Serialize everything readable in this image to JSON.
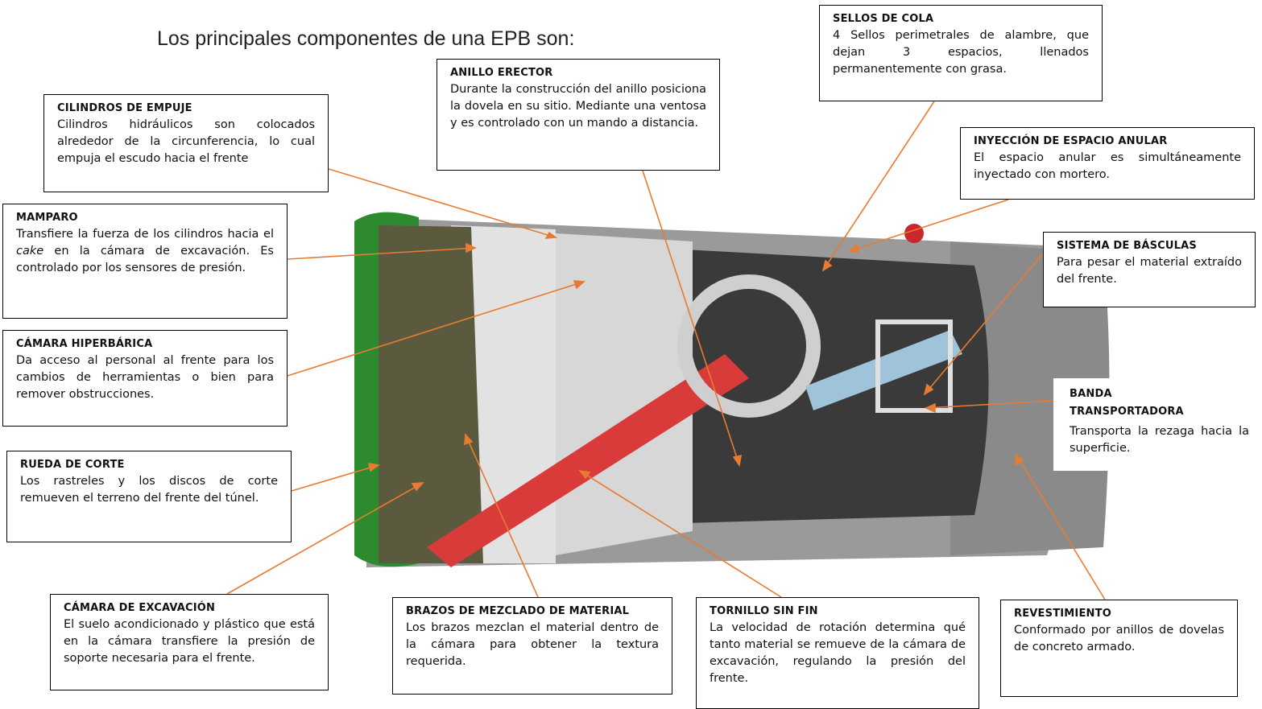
{
  "title": "Los principales componentes de una EPB son:",
  "colors": {
    "arrow": "#e77b33",
    "shell": "#8d8d8d",
    "frame": "#dcdcdc",
    "cutter": "#2e8a2e",
    "screw": "#d93a3a",
    "belt": "#9fc3d9"
  },
  "labels": {
    "cilindros": {
      "heading": "CILINDROS DE EMPUJE",
      "text": "Cilindros hidráulicos son colocados alrededor de la circunferencia, lo cual empuja el escudo hacia el frente"
    },
    "mamparo": {
      "heading": "MAMPARO",
      "text_before": "Transfiere la fuerza de los cilindros hacia el ",
      "text_em": "cake",
      "text_after": " en la cámara de excavación. Es controlado por los sensores de presión."
    },
    "camara_hiper": {
      "heading": "CÁMARA HIPERBÁRICA",
      "text": "Da acceso al personal al frente para los cambios de herramientas o bien para remover obstrucciones."
    },
    "rueda": {
      "heading": "RUEDA DE CORTE",
      "text": "Los rastreles y los discos de corte remueven el terreno del frente del túnel."
    },
    "camara_exc": {
      "heading": "CÁMARA DE EXCAVACIÓN",
      "text": "El suelo acondicionado y plástico que está en la cámara transfiere la presión de soporte necesaria para el frente."
    },
    "brazos": {
      "heading": "BRAZOS DE MEZCLADO DE MATERIAL",
      "text": "Los brazos mezclan el material dentro de la cámara para obtener la textura requerida."
    },
    "tornillo": {
      "heading": "TORNILLO SIN FIN",
      "text": "La velocidad de rotación determina qué tanto material se remueve de la cámara de excavación, regulando la presión del frente."
    },
    "revestimiento": {
      "heading": "REVESTIMIENTO",
      "text": "Conformado por anillos de dovelas de concreto armado."
    },
    "anillo": {
      "heading": "ANILLO ERECTOR",
      "text": "Durante la construcción del anillo posiciona la dovela en su sitio. Mediante una ventosa y es controlado con un mando a distancia."
    },
    "sellos": {
      "heading": "SELLOS DE COLA",
      "text": "4 Sellos perimetrales de alambre, que dejan 3 espacios, llenados permanentemente con grasa."
    },
    "inyeccion": {
      "heading": "INYECCIÓN DE ESPACIO ANULAR",
      "text": "El espacio anular es simultáneamente inyectado con mortero."
    },
    "basculas": {
      "heading": "SISTEMA DE BÁSCULAS",
      "text": "Para pesar el material extraído del frente."
    },
    "banda": {
      "heading": "BANDA TRANSPORTADORA",
      "text": "Transporta la rezaga hacia la superficie."
    }
  }
}
